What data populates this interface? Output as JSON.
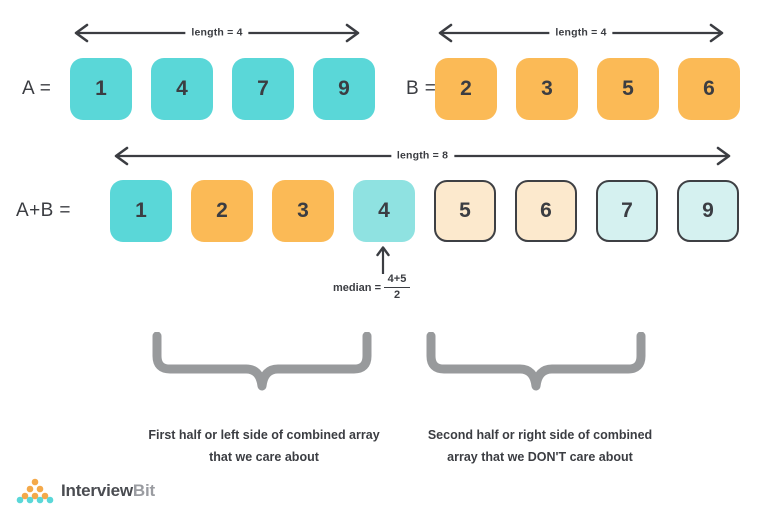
{
  "rows": {
    "a": {
      "label": "A =",
      "length_caption": "length = 4",
      "values": [
        "1",
        "4",
        "7",
        "9"
      ]
    },
    "b": {
      "label": "B =",
      "length_caption": "length = 4",
      "values": [
        "2",
        "3",
        "5",
        "6"
      ]
    },
    "combined": {
      "label": "A+B =",
      "length_caption": "length = 8",
      "values": [
        "1",
        "2",
        "3",
        "4",
        "5",
        "6",
        "7",
        "9"
      ]
    }
  },
  "median": {
    "lhs": "median =",
    "numerator": "4+5",
    "denominator": "2"
  },
  "captions": {
    "left": "First half or left side of combined array that we care about",
    "right": "Second half or right side of combined array that we DON'T care about"
  },
  "logo": {
    "word_1": "Interview",
    "word_2": "Bit"
  },
  "colors": {
    "solid_teal": "#5ad7d8",
    "solid_orange": "#fbba56",
    "mid_teal": "#8fe2e1",
    "pale_orange": "#fce9cd",
    "pale_teal": "#d5f1f0",
    "outline": "#3e4044",
    "arrow": "#3b3d42",
    "brace": "#989a9c",
    "text": "#3b3d42",
    "background": "#ffffff"
  }
}
